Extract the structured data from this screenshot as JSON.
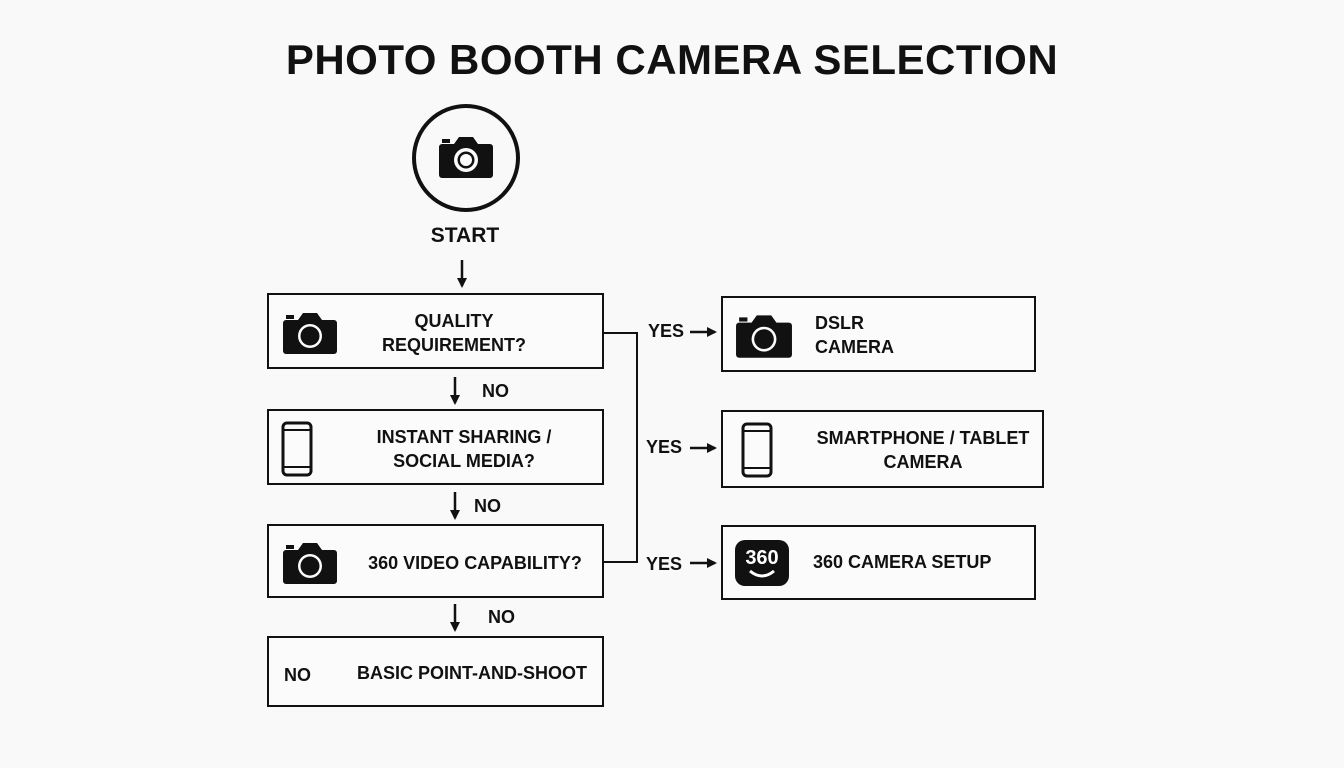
{
  "title": "PHOTO BOOTH CAMERA SELECTION",
  "start": {
    "label": "START",
    "icon": "camera-icon"
  },
  "decisions": [
    {
      "label": "QUALITY\nREQUIREMENT?",
      "icon": "camera-icon"
    },
    {
      "label": "INSTANT SHARING /\nSOCIAL MEDIA?",
      "icon": "smartphone-icon"
    },
    {
      "label": "360 VIDEO CAPABILITY?",
      "icon": "camera-icon"
    }
  ],
  "fallback": {
    "prefix": "NO",
    "label": "BASIC POINT-AND-SHOOT"
  },
  "outcomes": [
    {
      "label": "DSLR\nCAMERA",
      "icon": "camera-icon"
    },
    {
      "label": "SMARTPHONE / TABLET\nCAMERA",
      "icon": "smartphone-icon"
    },
    {
      "label": "360 CAMERA SETUP",
      "icon": "360-camera-icon",
      "icon_text": "360"
    }
  ],
  "edge_labels": {
    "yes": "YES",
    "no": "NO"
  }
}
